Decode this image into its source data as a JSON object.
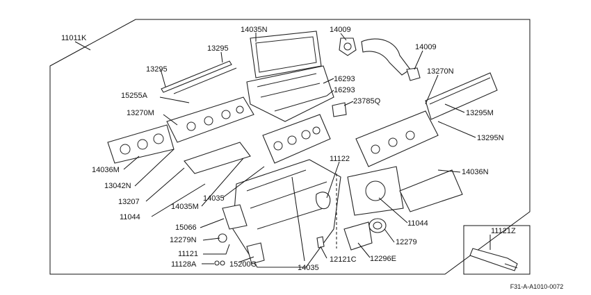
{
  "callouts": {
    "kit": "11011K",
    "c1": "14035N",
    "c2": "14009",
    "c3": "14009",
    "c4": "13295",
    "c5": "13295",
    "c6": "13270N",
    "c7": "16293",
    "c8": "16293",
    "c9": "15255A",
    "c10": "23785Q",
    "c11": "13270M",
    "c12": "13295M",
    "c13": "13295N",
    "c14": "14036M",
    "c15": "11122",
    "c16": "14036N",
    "c17": "13042N",
    "c18": "13207",
    "c19": "14035",
    "c20": "14035M",
    "c21": "11044",
    "c22": "11044",
    "c23": "15066",
    "c24": "12279N",
    "c25": "12279",
    "c26": "11121",
    "c27": "11121Z",
    "c28": "11128A",
    "c29": "15200G",
    "c30": "14035",
    "c31": "12121C",
    "c32": "12296E"
  },
  "figure_code": "F31-A-A1010-0072"
}
